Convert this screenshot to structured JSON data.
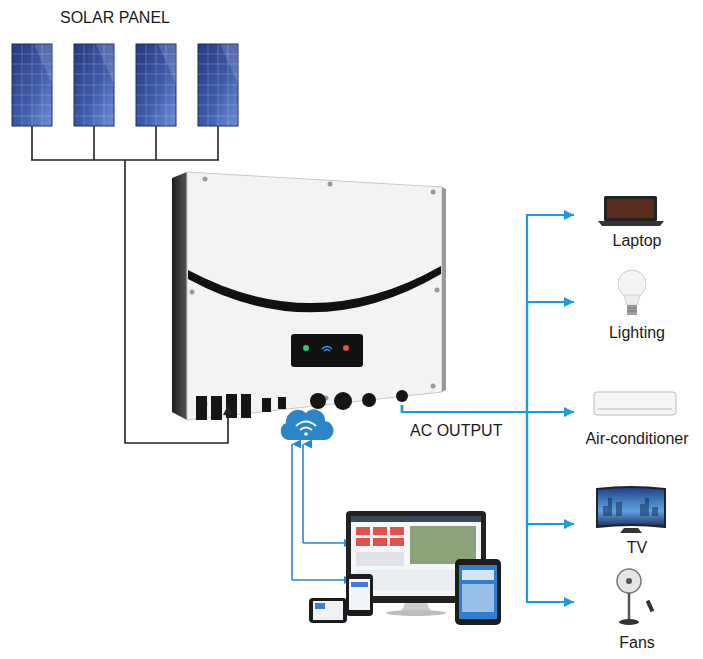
{
  "diagram": {
    "nodes": [
      {
        "text": [
          "SOLAR PANEL"
        ]
      },
      {
        "text": [
          "AC OUTPUT"
        ]
      },
      {
        "text": [
          "Laptop"
        ]
      },
      {
        "text": [
          "Lighting"
        ]
      },
      {
        "text": [
          "Air-conditioner"
        ]
      },
      {
        "text": [
          "TV"
        ]
      },
      {
        "text": [
          "Fans"
        ]
      }
    ],
    "edges": [
      {
        "from": 0,
        "to": 1,
        "arrow": "to"
      },
      {
        "from": 1,
        "to": 2,
        "arrow": "to"
      },
      {
        "from": 1,
        "to": 3,
        "arrow": "to"
      },
      {
        "from": 1,
        "to": 4,
        "arrow": "to"
      },
      {
        "from": 1,
        "to": 5,
        "arrow": "to"
      },
      {
        "from": 1,
        "to": 6,
        "arrow": "to"
      }
    ]
  }
}
